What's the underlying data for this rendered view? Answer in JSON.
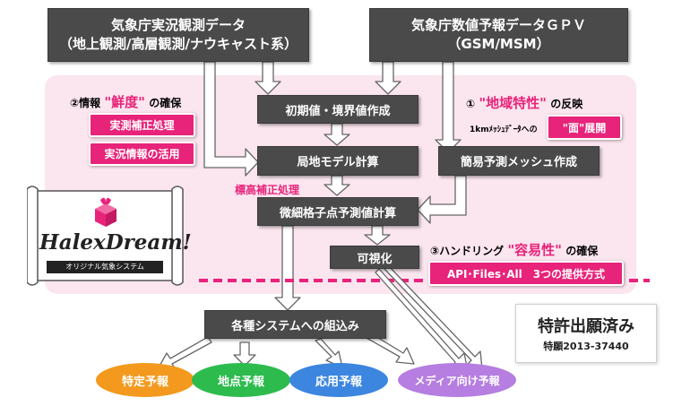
{
  "sources": {
    "jma_obs_line1": "気象庁実況観測データ",
    "jma_obs_line2": "（地上観測/高層観測/ナウキャスト系）",
    "jma_gpv_line1": "気象庁数値予報データＧＰＶ",
    "jma_gpv_line2": "（GSM/MSM）"
  },
  "process": {
    "initial": "初期値・境界値作成",
    "local_model": "局地モデル計算",
    "simple_mesh": "簡易予測メッシュ作成",
    "fine_grid": "微細格子点予測値計算",
    "visualize": "可視化",
    "integration": "各種システムへの組込み"
  },
  "freshness": {
    "prefix": "②情報",
    "keyword": "\"鮮度\"",
    "suffix": "の確保",
    "btn1": "実測補正処理",
    "btn2": "実況情報の活用"
  },
  "regional": {
    "prefix": "①",
    "keyword": "\"地域特性\"",
    "suffix": "の反映",
    "mesh_note": "1kmﾒｯｼｭﾃﾞｰﾀへの",
    "btn_keyword": "\"面\"",
    "btn_suffix": "展開"
  },
  "elevation_note": "標高補正処理",
  "handling": {
    "prefix": "③ハンドリング",
    "keyword": "\"容易性\"",
    "suffix": "の確保",
    "api_box": "API･Files･All　3つの提供方式"
  },
  "logo": {
    "name": "HalexDream!",
    "subtitle": "オリジナル気象システム"
  },
  "patent": {
    "title": "特許出願済み",
    "number": "特願2013-37440"
  },
  "outputs": [
    {
      "label": "特定予報",
      "color": "#f39a1e"
    },
    {
      "label": "地点予報",
      "color": "#2dbb4e"
    },
    {
      "label": "応用予報",
      "color": "#3d86e0"
    },
    {
      "label": "メディア向け予報",
      "color": "#b57ee0"
    }
  ],
  "colors": {
    "accent": "#e8237a",
    "region_bg": "#fbe5ef",
    "box_dark": "#4a4a4a"
  }
}
